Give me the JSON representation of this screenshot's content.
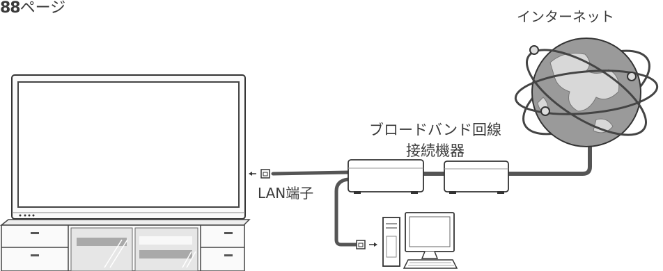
{
  "page_ref": {
    "number": "88",
    "suffix": "ページ"
  },
  "labels": {
    "internet": "インターネット",
    "router_line1": "ブロードバンド回線",
    "router_line2": "接続機器",
    "lan_port": "LAN端子"
  },
  "icons": [
    "tv-icon",
    "tv-stand-icon",
    "router-icon",
    "modem-icon",
    "globe-icon",
    "computer-icon",
    "lan-port-icon",
    "arrow-left-icon",
    "arrow-right-icon"
  ],
  "colors": {
    "line": "#555555",
    "outline": "#444444",
    "globe_ocean": "#9a9a9a",
    "globe_land": "#d8d8d8"
  }
}
